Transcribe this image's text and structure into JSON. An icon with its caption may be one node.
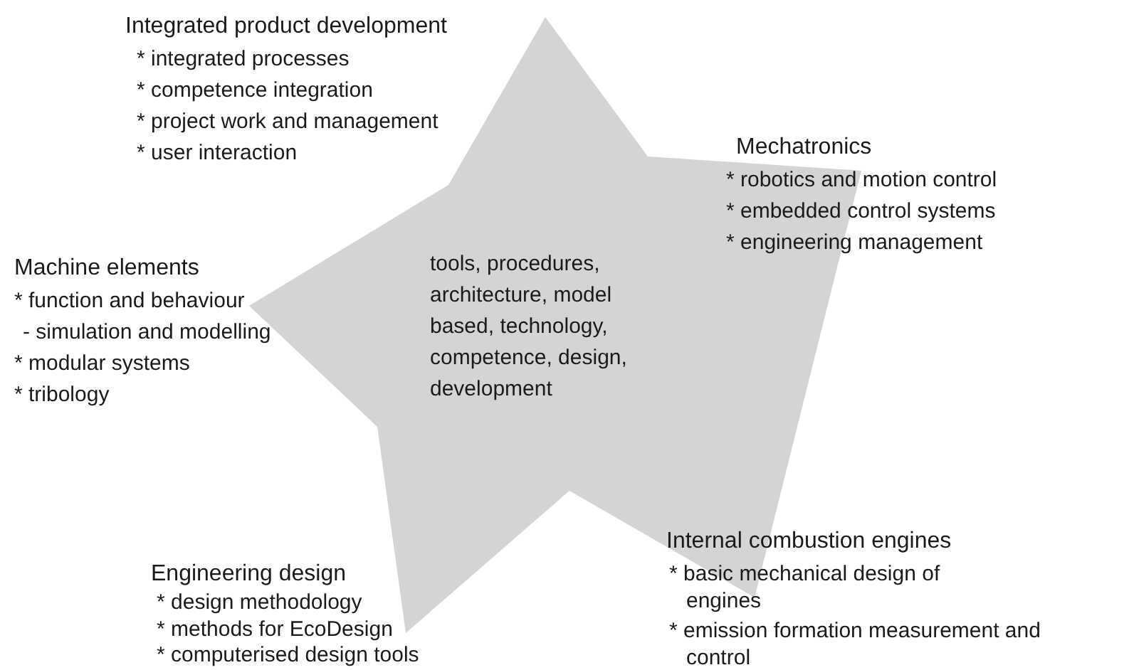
{
  "diagram": {
    "nodes": [
      {
        "text": [
          "tools, procedures, architecture, model based, technology, competence, design, development"
        ]
      }
    ],
    "edges": [],
    "labels": [
      "Integrated product development",
      "* integrated processes",
      "* competence integration",
      "* project work and management",
      "* user interaction",
      "Mechatronics",
      "* robotics and motion control",
      "* embedded control systems",
      "* engineering management",
      "Machine elements",
      "* function and behaviour",
      "- simulation and modelling",
      "* modular systems",
      "* tribology",
      "Internal combustion engines",
      "* basic mechanical design of engines",
      "* emission formation measurement and control",
      "Engineering design",
      "* design methodology",
      "* methods for EcoDesign",
      "* computerised design tools"
    ]
  }
}
